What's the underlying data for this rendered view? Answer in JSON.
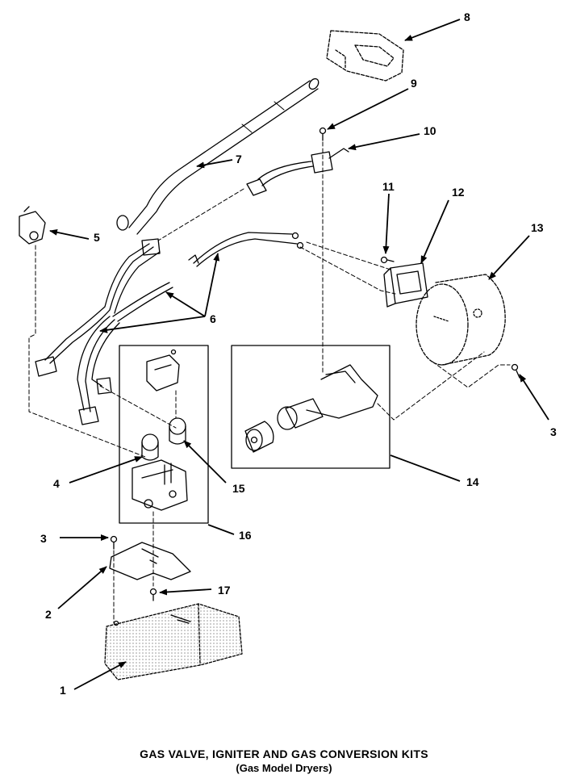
{
  "caption": {
    "title": "GAS VALVE, IGNITER AND GAS CONVERSION KITS",
    "subtitle": "(Gas Model Dryers)"
  },
  "callouts": {
    "c1": "1",
    "c2": "2",
    "c3a": "3",
    "c3b": "3",
    "c4": "4",
    "c5": "5",
    "c6": "6",
    "c7": "7",
    "c8": "8",
    "c9": "9",
    "c10": "10",
    "c11": "11",
    "c12": "12",
    "c13": "13",
    "c14": "14",
    "c15": "15",
    "c16": "16",
    "c17": "17"
  }
}
